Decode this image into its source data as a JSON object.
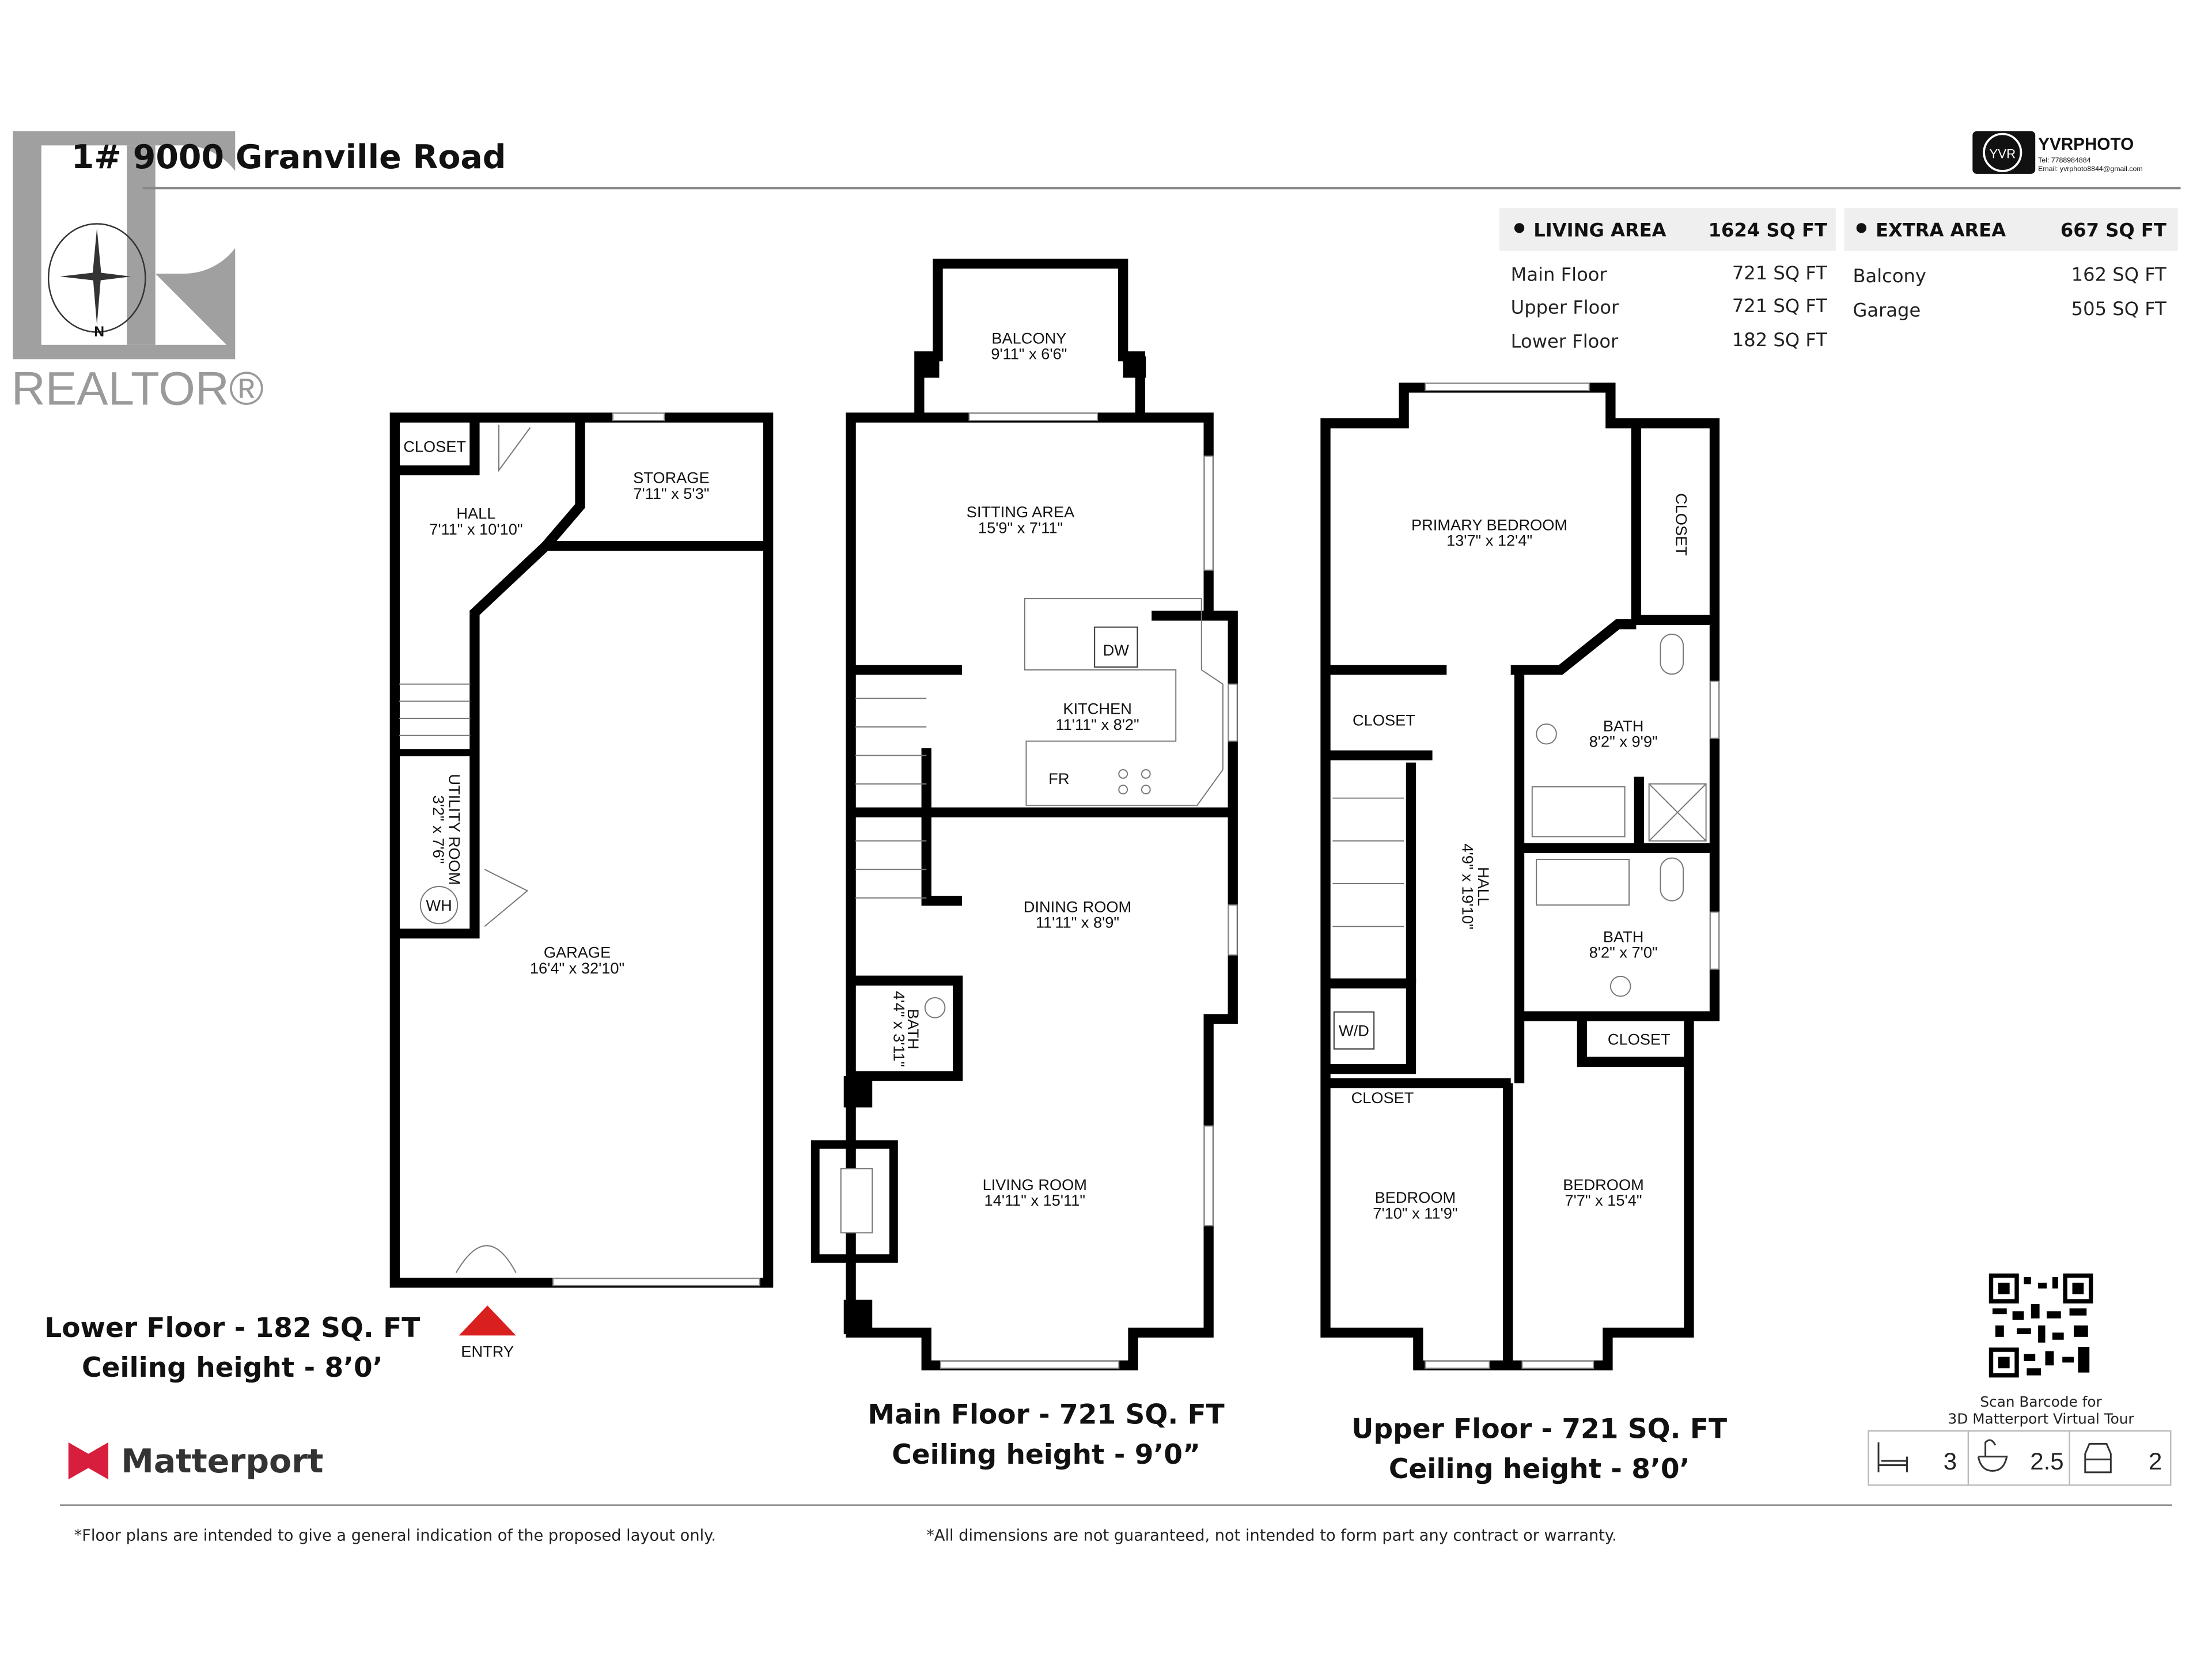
{
  "header": {
    "title": "1# 9000 Granville Road"
  },
  "logos": {
    "realtor": "REALTOR®",
    "compass_north": "N",
    "photographer": {
      "name": "YVRPHOTO",
      "badge": "YVR",
      "tel": "Tel: 7788984884",
      "email": "Email: yvrphoto8844@gmail.com"
    },
    "matterport": "Matterport"
  },
  "areas": {
    "living": {
      "label": "LIVING AREA",
      "total": "1624 SQ FT",
      "rows": [
        {
          "label": "Main Floor",
          "value": "721 SQ FT"
        },
        {
          "label": "Upper Floor",
          "value": "721 SQ FT"
        },
        {
          "label": "Lower Floor",
          "value": "182 SQ FT"
        }
      ]
    },
    "extra": {
      "label": "EXTRA AREA",
      "total": "667 SQ FT",
      "rows": [
        {
          "label": "Balcony",
          "value": "162 SQ FT"
        },
        {
          "label": "Garage",
          "value": "505 SQ FT"
        }
      ]
    }
  },
  "floors": {
    "lower": {
      "caption1": "Lower Floor - 182 SQ. FT",
      "caption2": "Ceiling height - 8’0’",
      "entry": "ENTRY",
      "rooms": [
        {
          "name": "CLOSET",
          "dims": ""
        },
        {
          "name": "HALL",
          "dims": "7'11\" x 10'10\""
        },
        {
          "name": "STORAGE",
          "dims": "7'11\" x 5'3\""
        },
        {
          "name": "UTILITY ROOM",
          "dims": "3'2\" x 7'6\""
        },
        {
          "name": "GARAGE",
          "dims": "16'4\" x 32'10\""
        }
      ],
      "fixtures": [
        "WH"
      ]
    },
    "main": {
      "caption1": "Main Floor - 721 SQ. FT",
      "caption2": "Ceiling height - 9’0”",
      "rooms": [
        {
          "name": "BALCONY",
          "dims": "9'11\" x 6'6\""
        },
        {
          "name": "SITTING AREA",
          "dims": "15'9\" x 7'11\""
        },
        {
          "name": "KITCHEN",
          "dims": "11'11\" x 8'2\""
        },
        {
          "name": "DINING ROOM",
          "dims": "11'11\" x 8'9\""
        },
        {
          "name": "BATH",
          "dims": "4'4\" x 3'11\""
        },
        {
          "name": "LIVING ROOM",
          "dims": "14'11\" x 15'11\""
        }
      ],
      "fixtures": [
        "DW",
        "FR"
      ]
    },
    "upper": {
      "caption1": "Upper Floor - 721 SQ. FT",
      "caption2": "Ceiling height - 8’0’",
      "rooms": [
        {
          "name": "PRIMARY BEDROOM",
          "dims": "13'7\" x 12'4\""
        },
        {
          "name": "CLOSET",
          "dims": ""
        },
        {
          "name": "CLOSET",
          "dims": ""
        },
        {
          "name": "BATH",
          "dims": "8'2\" x 9'9\""
        },
        {
          "name": "HALL",
          "dims": "4'9\" x 19'10\""
        },
        {
          "name": "BATH",
          "dims": "8'2\" x 7'0\""
        },
        {
          "name": "CLOSET",
          "dims": ""
        },
        {
          "name": "CLOSET",
          "dims": ""
        },
        {
          "name": "BEDROOM",
          "dims": "7'10\" x 11'9\""
        },
        {
          "name": "BEDROOM",
          "dims": "7'7\" x 15'4\""
        }
      ],
      "fixtures": [
        "W/D"
      ]
    }
  },
  "qr": {
    "caption1": "Scan Barcode for",
    "caption2": "3D Matterport Virtual Tour"
  },
  "stats": [
    {
      "icon": "bed-icon",
      "value": "3"
    },
    {
      "icon": "bathtub-icon",
      "value": "2.5"
    },
    {
      "icon": "car-icon",
      "value": "2"
    }
  ],
  "footer": {
    "disclaimer_left": "*Floor plans are intended to give a general indication of the proposed layout only.",
    "disclaimer_right": "*All dimensions are not guaranteed, not intended to form part any contract or warranty."
  },
  "colors": {
    "entry_arrow": "#d9201f",
    "matterport": "#d71f3d",
    "realtor_gray": "#9a9a9a",
    "table_header_bg": "#efefef"
  }
}
